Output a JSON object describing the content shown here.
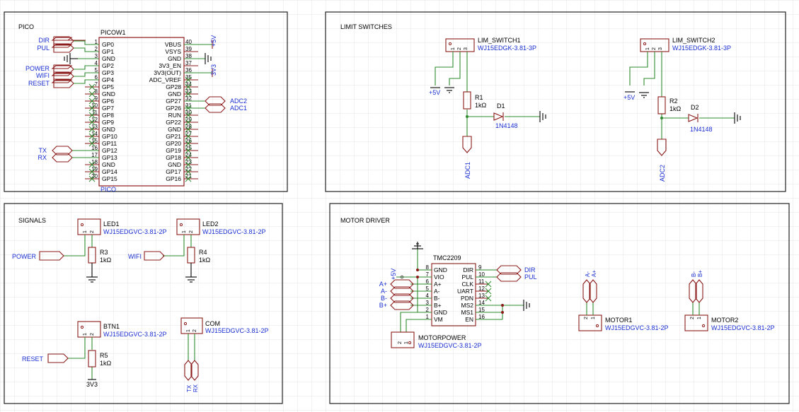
{
  "colors": {
    "grid": "#e4e4e4",
    "frame": "#222222",
    "part": "#8b1a1a",
    "wire": "#2e8b2e",
    "blue": "#1a2fd0",
    "black": "#000000",
    "nc": "#2e8b2e"
  },
  "panels": {
    "pico": "PICO",
    "limits": "LIMIT SWITCHES",
    "signals": "SIGNALS",
    "motor": "MOTOR DRIVER"
  },
  "pico": {
    "designator": "PICOW1",
    "value": "PICO",
    "left_pins": [
      {
        "num": "1",
        "name": "GP0"
      },
      {
        "num": "2",
        "name": "GP1"
      },
      {
        "num": "3",
        "name": "GND"
      },
      {
        "num": "4",
        "name": "GP2"
      },
      {
        "num": "5",
        "name": "GP3"
      },
      {
        "num": "6",
        "name": "GP4"
      },
      {
        "num": "7",
        "name": "GP5"
      },
      {
        "num": "8",
        "name": "GND"
      },
      {
        "num": "9",
        "name": "GP6"
      },
      {
        "num": "10",
        "name": "GP7"
      },
      {
        "num": "11",
        "name": "GP8"
      },
      {
        "num": "12",
        "name": "GP9"
      },
      {
        "num": "13",
        "name": "GND"
      },
      {
        "num": "14",
        "name": "GP10"
      },
      {
        "num": "15",
        "name": "GP11"
      },
      {
        "num": "16",
        "name": "GP12"
      },
      {
        "num": "17",
        "name": "GP13"
      },
      {
        "num": "18",
        "name": "GND"
      },
      {
        "num": "19",
        "name": "GP14"
      },
      {
        "num": "20",
        "name": "GP15"
      }
    ],
    "right_pins": [
      {
        "num": "40",
        "name": "VBUS"
      },
      {
        "num": "39",
        "name": "VSYS"
      },
      {
        "num": "38",
        "name": "GND"
      },
      {
        "num": "37",
        "name": "3V3_EN"
      },
      {
        "num": "36",
        "name": "3V3(OUT)"
      },
      {
        "num": "35",
        "name": "ADC_VREF"
      },
      {
        "num": "34",
        "name": "GP28"
      },
      {
        "num": "33",
        "name": "GND"
      },
      {
        "num": "32",
        "name": "GP27"
      },
      {
        "num": "31",
        "name": "GP26"
      },
      {
        "num": "30",
        "name": "RUN"
      },
      {
        "num": "29",
        "name": "GP22"
      },
      {
        "num": "28",
        "name": "GND"
      },
      {
        "num": "27",
        "name": "GP21"
      },
      {
        "num": "26",
        "name": "GP20"
      },
      {
        "num": "25",
        "name": "GP19"
      },
      {
        "num": "24",
        "name": "GP18"
      },
      {
        "num": "23",
        "name": "GND"
      },
      {
        "num": "22",
        "name": "GP17"
      },
      {
        "num": "21",
        "name": "GP16"
      }
    ],
    "nets": {
      "dir": "DIR",
      "pul": "PUL",
      "power": "POWER",
      "wifi": "WIFI",
      "reset": "RESET",
      "tx": "TX",
      "rx": "RX",
      "adc2": "ADC2",
      "adc1": "ADC1",
      "v5": "+5V",
      "v33": "3V3"
    }
  },
  "limits": {
    "sw1": {
      "designator": "LIM_SWITCH1",
      "part": "WJ15EDGK-3.81-3P",
      "pins": [
        "1",
        "2",
        "3"
      ]
    },
    "sw2": {
      "designator": "LIM_SWITCH2",
      "part": "WJ15EDGK-3.81-3P",
      "pins": [
        "1",
        "2",
        "3"
      ]
    },
    "r1": {
      "designator": "R1",
      "value": "1kΩ"
    },
    "r2": {
      "designator": "R2",
      "value": "1kΩ"
    },
    "d1": {
      "designator": "D1",
      "value": "1N4148"
    },
    "d2": {
      "designator": "D2",
      "value": "1N4148"
    },
    "nets": {
      "v5": "+5V",
      "adc1": "ADC1",
      "adc2": "ADC2"
    }
  },
  "signals": {
    "led1": {
      "designator": "LED1",
      "part": "WJ15EDGVC-3.81-2P"
    },
    "led2": {
      "designator": "LED2",
      "part": "WJ15EDGVC-3.81-2P"
    },
    "btn1": {
      "designator": "BTN1",
      "part": "WJ15EDGVC-3.81-2P"
    },
    "com": {
      "designator": "COM",
      "part": "WJ15EDGVC-3.81-2P"
    },
    "r3": {
      "designator": "R3",
      "value": "1kΩ"
    },
    "r4": {
      "designator": "R4",
      "value": "1kΩ"
    },
    "r5": {
      "designator": "R5",
      "value": "1kΩ"
    },
    "pin1": "1",
    "pin2": "2",
    "nets": {
      "power": "POWER",
      "wifi": "WIFI",
      "reset": "RESET",
      "v33": "3V3",
      "tx": "TX",
      "rx": "RX"
    }
  },
  "motor": {
    "tmc": {
      "designator": "TMC2209",
      "left_pins": [
        {
          "num": "8",
          "name": "GND"
        },
        {
          "num": "7",
          "name": "VIO"
        },
        {
          "num": "6",
          "name": "A+"
        },
        {
          "num": "5",
          "name": "A-"
        },
        {
          "num": "4",
          "name": "B-"
        },
        {
          "num": "3",
          "name": "B+"
        },
        {
          "num": "2",
          "name": "GND"
        },
        {
          "num": "1",
          "name": "VM"
        }
      ],
      "right_pins": [
        {
          "num": "9",
          "name": "DIR"
        },
        {
          "num": "10",
          "name": "PUL"
        },
        {
          "num": "11",
          "name": "CLK"
        },
        {
          "num": "12",
          "name": "UART"
        },
        {
          "num": "13",
          "name": "PDN"
        },
        {
          "num": "14",
          "name": "MS2"
        },
        {
          "num": "15",
          "name": "MS1"
        },
        {
          "num": "16",
          "name": "EN"
        }
      ]
    },
    "motorpower": {
      "designator": "MOTORPOWER",
      "part": "WJ15EDGVC-3.81-2P"
    },
    "motor1": {
      "designator": "MOTOR1",
      "part": "WJ15EDGVC-3.81-2P"
    },
    "motor2": {
      "designator": "MOTOR2",
      "part": "WJ15EDGVC-3.81-2P"
    },
    "pin1": "1",
    "pin2": "2",
    "nets": {
      "v5": "+5V",
      "ap": "A+",
      "am": "A-",
      "bm": "B-",
      "bp": "B+",
      "dir": "DIR",
      "pul": "PUL"
    }
  }
}
